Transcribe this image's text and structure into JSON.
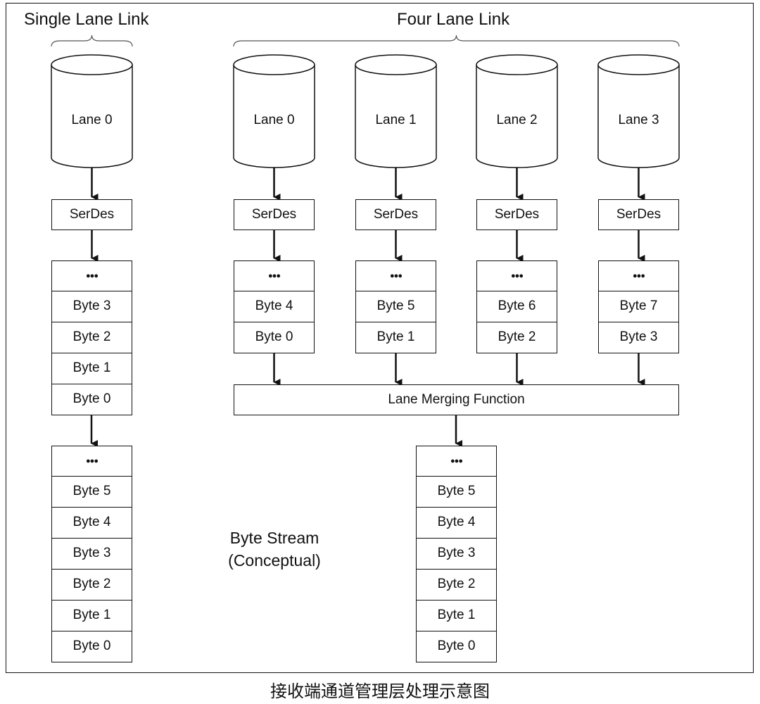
{
  "single_link": {
    "title": "Single Lane Link",
    "lane": "Lane 0",
    "serdes": "SerDes",
    "buffer": [
      "●●●",
      "Byte 3",
      "Byte 2",
      "Byte 1",
      "Byte 0"
    ],
    "stream": [
      "●●●",
      "Byte 5",
      "Byte 4",
      "Byte 3",
      "Byte 2",
      "Byte 1",
      "Byte 0"
    ]
  },
  "four_link": {
    "title": "Four Lane Link",
    "lanes": [
      {
        "lane": "Lane 0",
        "serdes": "SerDes",
        "buffer": [
          "●●●",
          "Byte 4",
          "Byte 0"
        ]
      },
      {
        "lane": "Lane 1",
        "serdes": "SerDes",
        "buffer": [
          "●●●",
          "Byte 5",
          "Byte 1"
        ]
      },
      {
        "lane": "Lane 2",
        "serdes": "SerDes",
        "buffer": [
          "●●●",
          "Byte 6",
          "Byte 2"
        ]
      },
      {
        "lane": "Lane 3",
        "serdes": "SerDes",
        "buffer": [
          "●●●",
          "Byte 7",
          "Byte 3"
        ]
      }
    ],
    "merge": "Lane Merging Function",
    "stream": [
      "●●●",
      "Byte 5",
      "Byte 4",
      "Byte 3",
      "Byte 2",
      "Byte 1",
      "Byte 0"
    ]
  },
  "stream_label": {
    "line1": "Byte Stream",
    "line2": "(Conceptual)"
  },
  "caption": "接收端通道管理层处理示意图"
}
